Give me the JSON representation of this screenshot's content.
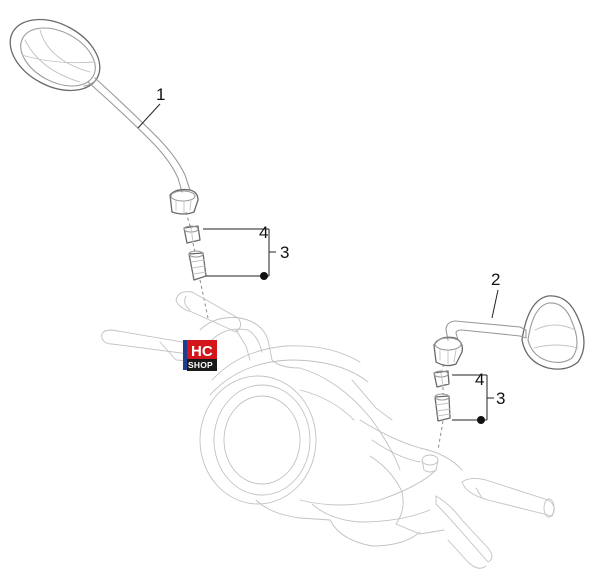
{
  "callouts": {
    "part_1": "1",
    "part_2": "2",
    "part_3_upper": "3",
    "part_4_upper": "4",
    "part_3_lower": "3",
    "part_4_lower": "4"
  },
  "watermark": {
    "line1": "HC",
    "line2": "SHOP",
    "colors": {
      "red": "#d4161c",
      "blue": "#1f3d8f",
      "dark": "#1a1a1a"
    }
  }
}
